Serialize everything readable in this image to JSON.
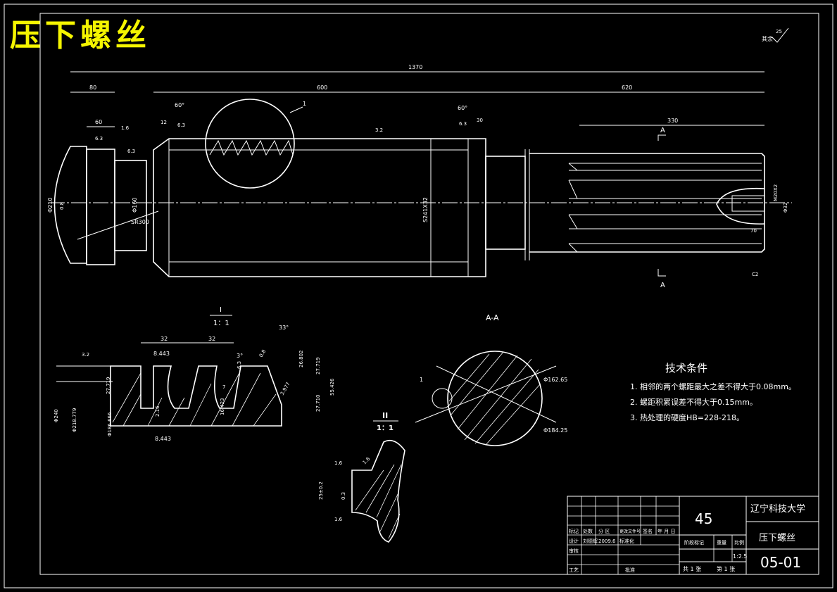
{
  "drawing": {
    "title": "压下螺丝",
    "roughness_corner": "其余",
    "roughness_corner_value": "25"
  },
  "main_view": {
    "dims": {
      "overall": "1370",
      "left_head": "80",
      "middle": "600",
      "right": "620",
      "spline_len": "330",
      "head_len": "60",
      "groove": "12",
      "right_groove": "30",
      "chamfer_left": "60°",
      "chamfer_right": "60°",
      "dia_head": "Φ210",
      "dia_neck": "Φ160",
      "sr": "SR300",
      "thread": "S241X32",
      "screw_hole": "M20X2",
      "dia_hole": "Φ32",
      "hole_depth": "70",
      "chamfer_c2": "C2",
      "rough_63a": "6.3",
      "rough_63b": "6.3",
      "rough_63c": "6.3",
      "rough_63d": "6.3",
      "rough_32": "3.2",
      "rough_16": "1.6",
      "rough_08": "0.8",
      "callout_1": "1",
      "section_a_top": "A",
      "section_a_bottom": "A"
    }
  },
  "detail_i": {
    "title": "I",
    "scale": "1：1",
    "dims": {
      "pitch_a": "32",
      "pitch_b": "32",
      "d8443a": "8.443",
      "d8443b": "8.443",
      "angle33": "33°",
      "angle3": "3°",
      "d27719a": "27.719",
      "d27719b": "27.719",
      "d26802": "26.802",
      "d27710": "27.710",
      "d55426": "55.426",
      "d3977": "3.977",
      "d16423": "16.423",
      "d216": "2.16",
      "d7": "7",
      "dia240": "Φ240",
      "dia218": "Φ218.779",
      "dia186": "Φ186.666",
      "rough32": "3.2",
      "rough08": "0.8",
      "rough63": "6.3"
    }
  },
  "detail_ii": {
    "title": "II",
    "scale": "1：1",
    "dims": {
      "d255": "25±0.2",
      "d03": "0.3",
      "r16a": "1.6",
      "r16b": "1.6",
      "r16c": "1.6"
    }
  },
  "section_aa": {
    "title": "A-A",
    "dims": {
      "d162": "Φ162.65",
      "d184": "Φ184.25",
      "callout": "1"
    }
  },
  "tech_requirements": {
    "title": "技术条件",
    "items": [
      "1. 相邻的两个螺距最大之差不得大于0.08mm。",
      "2. 螺距积累误差不得大于0.15mm。",
      "3. 热处理的硬度HB=228-218。"
    ]
  },
  "title_block": {
    "material": "45",
    "school": "辽宁科技大学",
    "part_name": "压下螺丝",
    "drawing_no": "05-01",
    "headers": [
      "标记",
      "处数",
      "分 区",
      "更改文件号",
      "签名",
      "年 月 日"
    ],
    "design_label": "设计",
    "designer": "刘德辉",
    "design_date": "2009.6",
    "std_label": "标准化",
    "check_label": "审核",
    "craft_label": "工艺",
    "approve_label": "批准",
    "stage_label": "阶段标记",
    "weight_label": "重量",
    "scale_label": "比例",
    "scale_value": "1:2.5",
    "sheets_total": "共 1 张",
    "sheet_no": "第 1 张"
  }
}
